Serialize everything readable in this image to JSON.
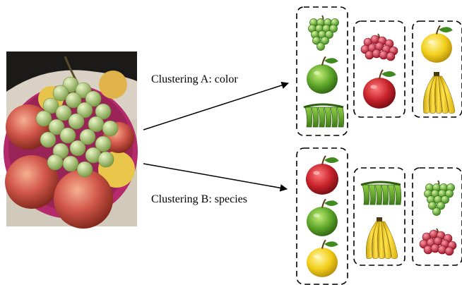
{
  "clusterings": [
    {
      "label": "Clustering A: color",
      "clusters": [
        [
          "green-grapes",
          "green-apple",
          "green-bananas"
        ],
        [
          "red-grapes",
          "red-apple"
        ],
        [
          "yellow-apple",
          "yellow-bananas"
        ]
      ]
    },
    {
      "label": "Clustering B: species",
      "clusters": [
        [
          "red-apple",
          "green-apple",
          "yellow-apple"
        ],
        [
          "green-bananas",
          "yellow-bananas"
        ],
        [
          "green-grapes",
          "red-grapes"
        ]
      ]
    }
  ],
  "colors": {
    "red": "#c8232b",
    "green": "#5fa82a",
    "yellow": "#f2cf1a",
    "bowl": "#b42a6a"
  }
}
